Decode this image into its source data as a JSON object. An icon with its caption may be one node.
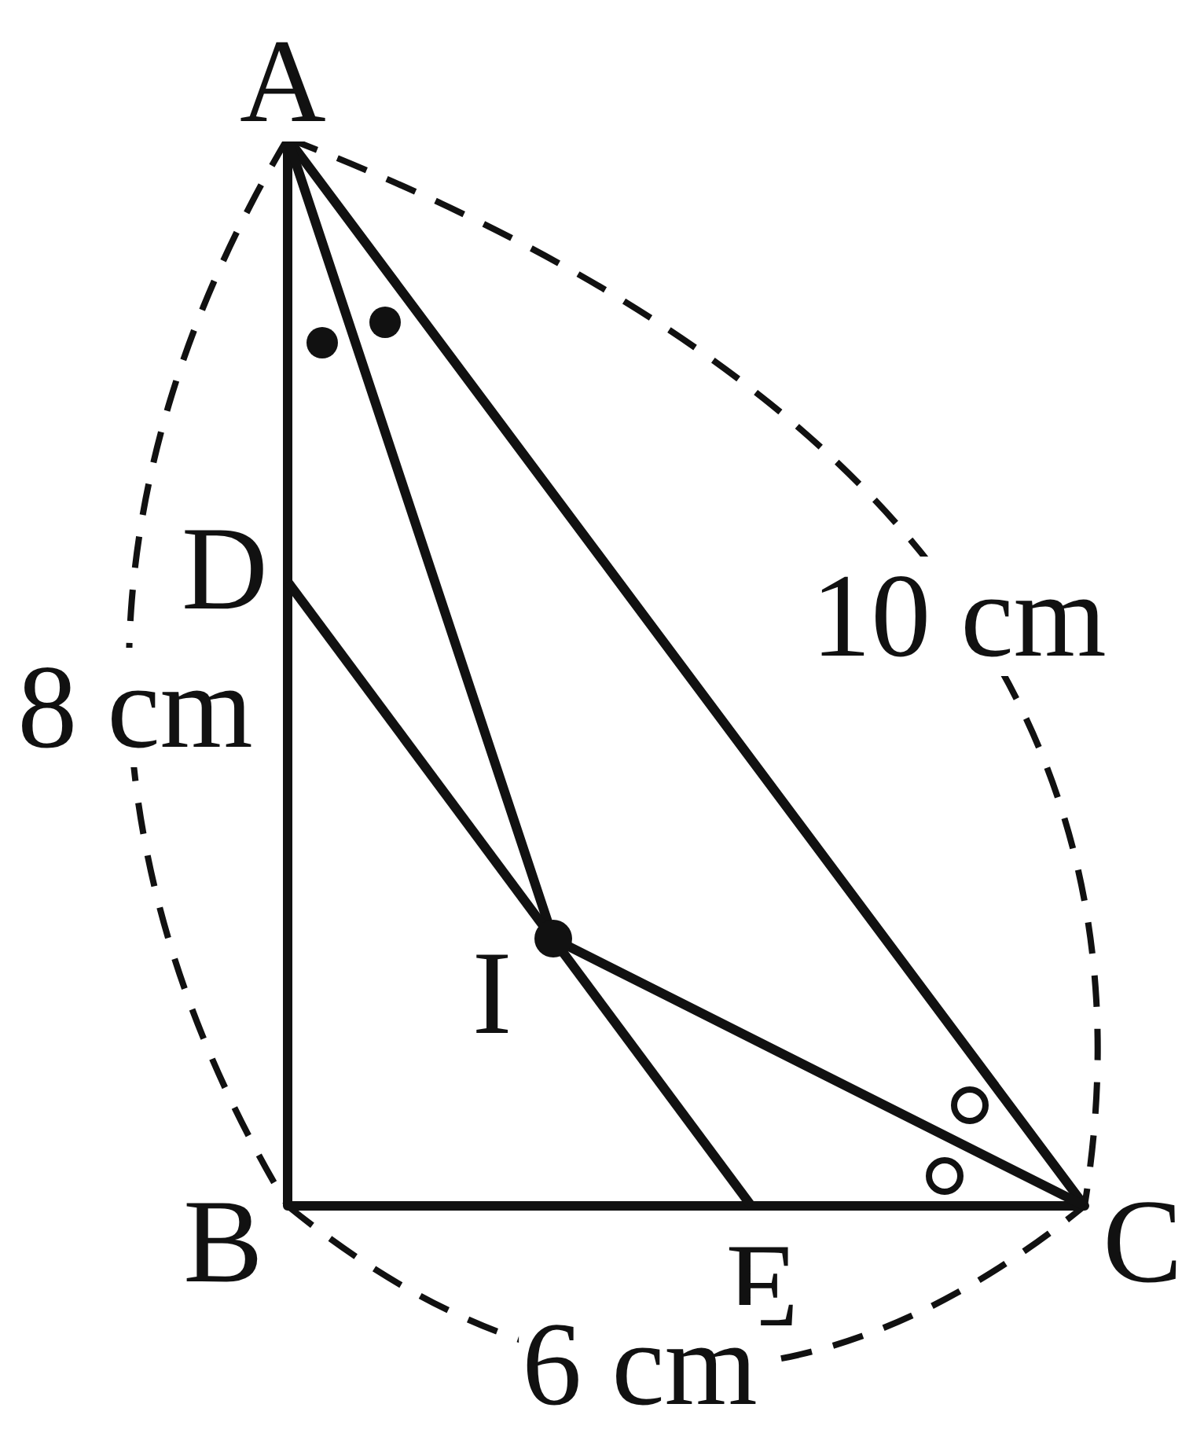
{
  "diagram": {
    "labels": [
      "A",
      "D",
      "10 cm",
      "8 cm",
      "I",
      "B",
      "C",
      "E",
      "6 cm"
    ]
  }
}
